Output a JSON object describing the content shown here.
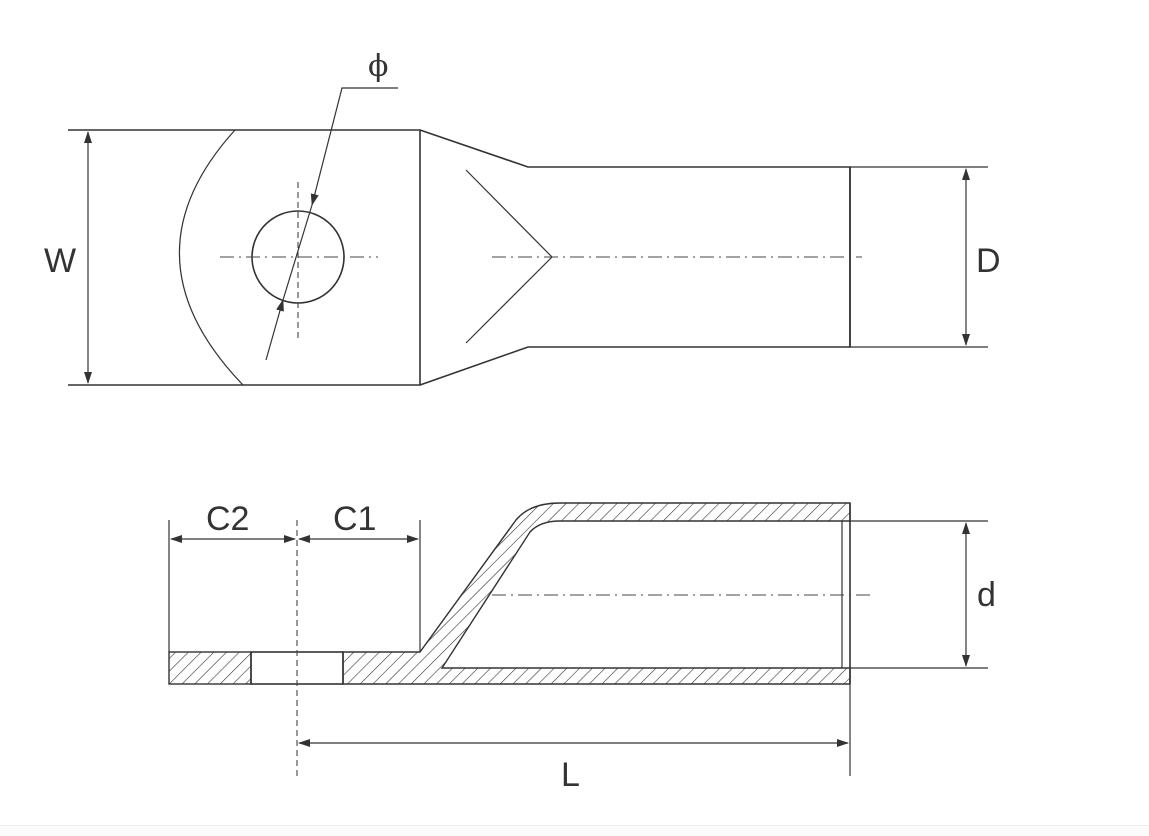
{
  "labels": {
    "phi": "ϕ",
    "width": "W",
    "barrel_outer": "D",
    "barrel_inner": "d",
    "c1": "C1",
    "c2": "C2",
    "length": "L"
  }
}
